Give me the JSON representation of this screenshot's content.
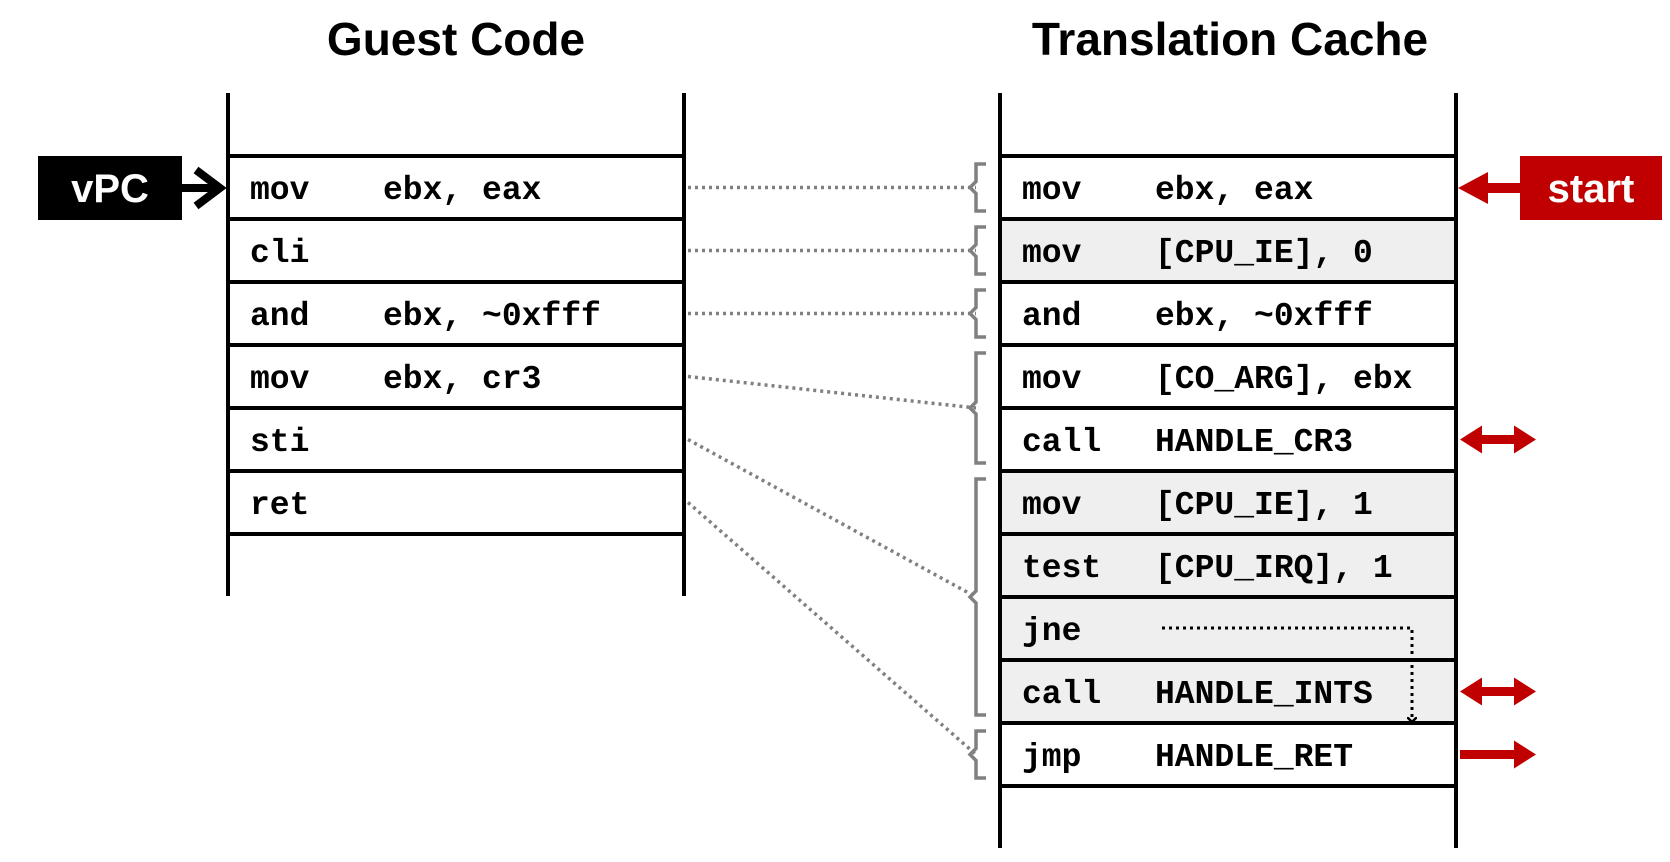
{
  "titles": {
    "guest": "Guest Code",
    "cache": "Translation Cache"
  },
  "vpc_label": "vPC",
  "start_label": "start",
  "colors": {
    "accent_red": "#c00000",
    "shaded_row": "#efefef",
    "connector_gray": "#808080"
  },
  "guest_rows": [
    {
      "op": "mov",
      "args": "ebx, eax"
    },
    {
      "op": "cli",
      "args": ""
    },
    {
      "op": "and",
      "args": "ebx, ~0xfff"
    },
    {
      "op": "mov",
      "args": "ebx, cr3"
    },
    {
      "op": "sti",
      "args": ""
    },
    {
      "op": "ret",
      "args": ""
    }
  ],
  "cache_rows": [
    {
      "op": "mov",
      "args": "ebx, eax",
      "shaded": false
    },
    {
      "op": "mov",
      "args": "[CPU_IE], 0",
      "shaded": true
    },
    {
      "op": "and",
      "args": "ebx, ~0xfff",
      "shaded": false
    },
    {
      "op": "mov",
      "args": "[CO_ARG], ebx",
      "shaded": false
    },
    {
      "op": "call",
      "args": "HANDLE_CR3",
      "shaded": false
    },
    {
      "op": "mov",
      "args": "[CPU_IE], 1",
      "shaded": true
    },
    {
      "op": "test",
      "args": "[CPU_IRQ], 1",
      "shaded": true
    },
    {
      "op": "jne",
      "args": "",
      "shaded": true
    },
    {
      "op": "call",
      "args": "HANDLE_INTS",
      "shaded": true
    },
    {
      "op": "jmp",
      "args": "HANDLE_RET",
      "shaded": false
    }
  ],
  "mapping": [
    {
      "guest": 0,
      "cache_from": 0,
      "cache_to": 0
    },
    {
      "guest": 1,
      "cache_from": 1,
      "cache_to": 1
    },
    {
      "guest": 2,
      "cache_from": 2,
      "cache_to": 2
    },
    {
      "guest": 3,
      "cache_from": 3,
      "cache_to": 4
    },
    {
      "guest": 4,
      "cache_from": 5,
      "cache_to": 8
    },
    {
      "guest": 5,
      "cache_from": 9,
      "cache_to": 9
    }
  ],
  "call_arrows": [
    {
      "row": 4,
      "kind": "double"
    },
    {
      "row": 8,
      "kind": "double"
    },
    {
      "row": 9,
      "kind": "right"
    }
  ]
}
